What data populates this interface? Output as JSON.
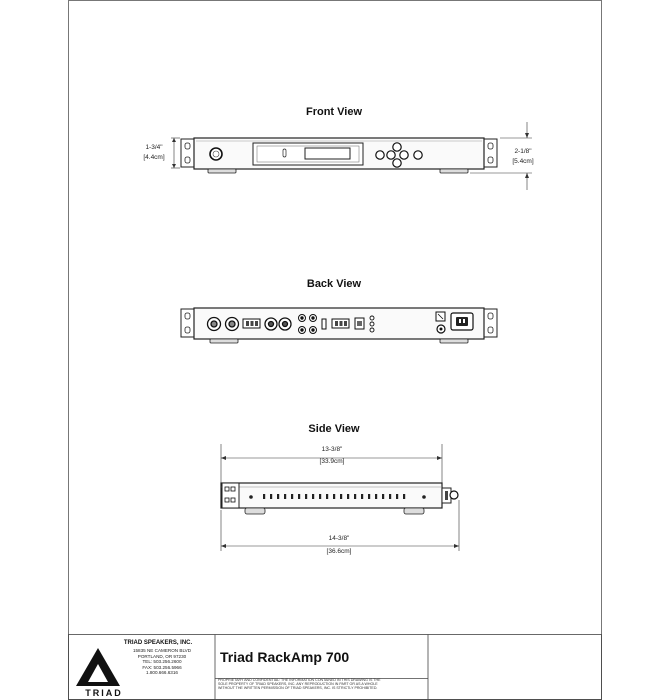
{
  "drawing": {
    "front_view": {
      "title": "Front View",
      "height_dim": {
        "imperial": "1-3/4\"",
        "metric": "[4.4cm]"
      },
      "overall_height_dim": {
        "imperial": "2-1/8\"",
        "metric": "[5.4cm]"
      }
    },
    "back_view": {
      "title": "Back View"
    },
    "side_view": {
      "title": "Side View",
      "depth_dim": {
        "imperial": "13-3/8\"",
        "metric": "[33.9cm]"
      },
      "overall_depth_dim": {
        "imperial": "14-3/8\"",
        "metric": "[36.6cm]"
      }
    }
  },
  "title_block": {
    "company": "TRIAD SPEAKERS, INC.",
    "address_lines": [
      "15835 NE CAMERON BLVD",
      "PORTLAND, OR 97230",
      "TEL: 503.256.2600",
      "FAX: 503.256.5966",
      "1.800.666.6316"
    ],
    "brand": "TRIAD",
    "product_name": "Triad RackAmp 700",
    "legal_lines": [
      "PROPRIETARY AND CONFIDENTIAL: THE INFORMATION CONTAINED IN THIS DRAWING IS THE",
      "SOLE PROPERTY OF TRIAD SPEAKERS, INC. ANY REPRODUCTION IN PART OR AS A WHOLE",
      "WITHOUT THE WRITTEN PERMISSION OF TRIAD SPEAKERS, INC. IS STRICTLY PROHIBITED."
    ]
  }
}
